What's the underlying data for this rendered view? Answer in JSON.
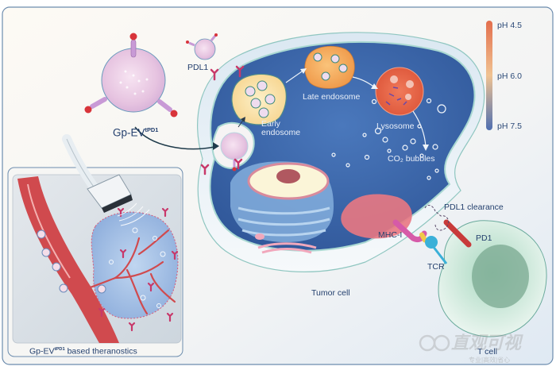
{
  "figure": {
    "title": "Gp-EV based theranostics with PDL1 clearance",
    "panel_border_color": "#6c8cae",
    "background_color": "#fdfaf5"
  },
  "labels": {
    "ev_name_main": "Gp-EV",
    "ev_name_sup": "tPD1",
    "pdl1": "PDL1",
    "early_endosome_line1": "Early",
    "early_endosome_line2": "endosome",
    "late_endosome": "Late endosome",
    "lysosome": "Lysosome",
    "co2_bubbles": "CO₂ bubbles",
    "pdl1_clearance": "PDL1 clearance",
    "mhc1": "MHC-I",
    "pd1": "PD1",
    "tcr": "TCR",
    "tumor_cell": "Tumor cell",
    "t_cell": "T cell",
    "inset_caption_main": "Gp-EV",
    "inset_caption_sup": "tPD1",
    "inset_caption_rest": " based theranostics"
  },
  "ph_scale": {
    "top": "pH 4.5",
    "middle": "pH 6.0",
    "bottom": "pH 7.5",
    "colors": {
      "acidic": "#e0704f",
      "neutral": "#f2c490",
      "basic": "#4f6fb0"
    }
  },
  "colors": {
    "cytoplasm": "#3a64a8",
    "membrane": "#a9d8d2",
    "early_endosome": "#f8dca0",
    "late_endosome": "#f4a85a",
    "lysosome": "#e8644a",
    "ev_body": "#ecd2e8",
    "ligand_tip": "#d8343a",
    "stalk": "#c89ad6",
    "pdl1_y": "#c8386a",
    "blood_vessel": "#d04a4e",
    "tumor_mass": "#9ab8e0",
    "t_cell": "#cfe8dc",
    "t_cell_nucleus": "#7aa890",
    "pd1": "#c83a3a",
    "mhc": "#d65aa8",
    "tcr": "#3ab0d8"
  },
  "watermark": {
    "text": "直观可视",
    "subtext": "专业|高效|省心"
  }
}
